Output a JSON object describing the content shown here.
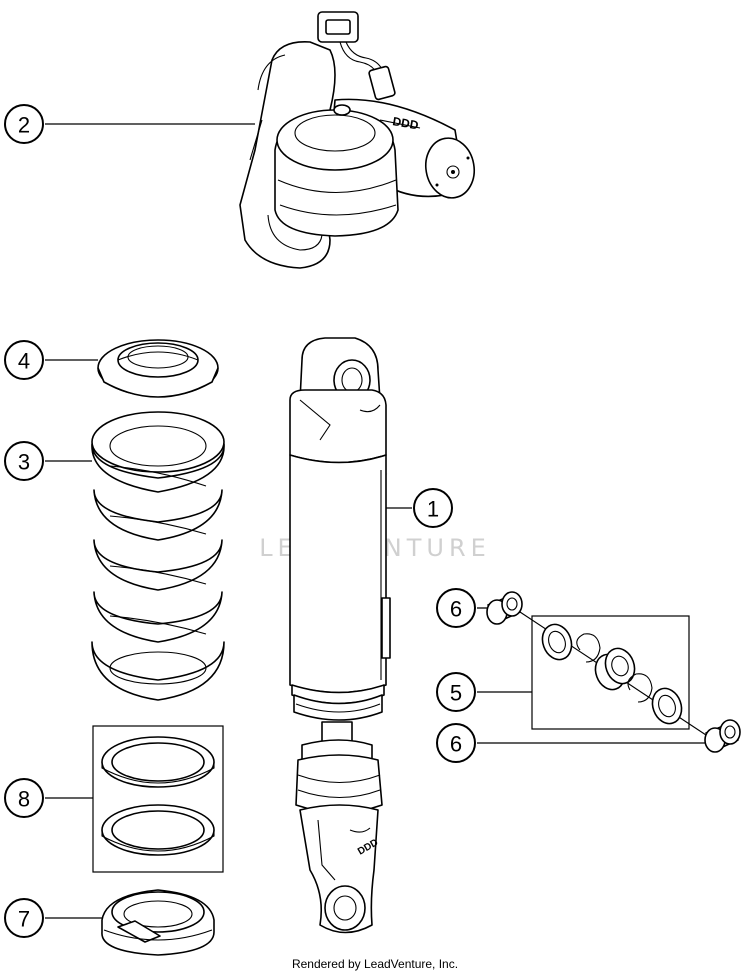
{
  "diagram": {
    "callouts": [
      {
        "id": "1",
        "label": "1"
      },
      {
        "id": "2",
        "label": "2"
      },
      {
        "id": "3",
        "label": "3"
      },
      {
        "id": "4",
        "label": "4"
      },
      {
        "id": "5",
        "label": "5"
      },
      {
        "id": "6a",
        "label": "6"
      },
      {
        "id": "6b",
        "label": "6"
      },
      {
        "id": "7",
        "label": "7"
      },
      {
        "id": "8",
        "label": "8"
      }
    ],
    "watermark": "LEADVENTURE",
    "credit": "Rendered by LeadVenture, Inc.",
    "colors": {
      "ink": "#000000",
      "paper": "#ffffff",
      "watermark": "#d0d0d0"
    }
  }
}
